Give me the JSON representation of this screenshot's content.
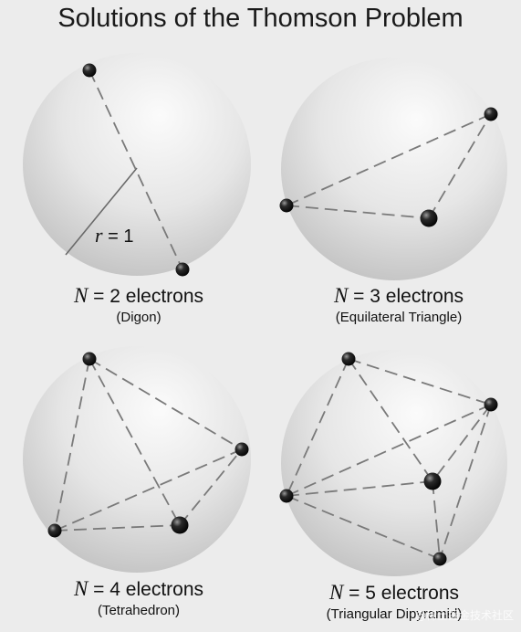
{
  "title": "Solutions of the Thomson Problem",
  "colors": {
    "background": "#ececec",
    "sphere_light": "#fbfbfb",
    "sphere_dark": "#c4c4c4",
    "edge": "#7a7a7a",
    "radius_line": "#6a6a6a",
    "electron": "#0a0a0a"
  },
  "panels": [
    {
      "n_label": "N",
      "electrons_text": " = 2 electrons",
      "shape_name": "(Digon)",
      "radius_label_var": "r",
      "radius_label_value": " = 1"
    },
    {
      "n_label": "N",
      "electrons_text": " = 3 electrons",
      "shape_name": "(Equilateral Triangle)"
    },
    {
      "n_label": "N",
      "electrons_text": " = 4 electrons",
      "shape_name": "(Tetrahedron)"
    },
    {
      "n_label": "N",
      "electrons_text": " = 5 electrons",
      "shape_name": "(Triangular Dipyramid)"
    }
  ],
  "watermark": "@稀土掘金技术社区"
}
